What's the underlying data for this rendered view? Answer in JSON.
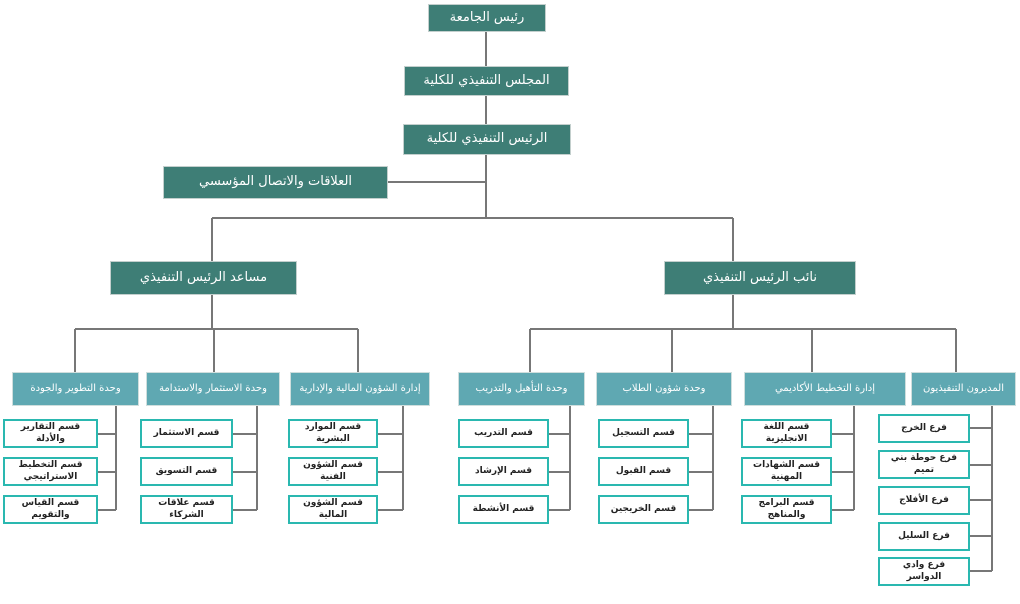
{
  "colors": {
    "dark_box": "#3E7E76",
    "unit_box": "#5FA8B2",
    "leaf_border": "#2AB8B0",
    "leaf_text": "#222222",
    "connector": "#777777",
    "background": "#FFFFFF"
  },
  "tree": {
    "root": {
      "label": "رئيس الجامعة"
    },
    "council": {
      "label": "المجلس التنفيذي للكلية"
    },
    "ceo": {
      "label": "الرئيس التنفيذي للكلية"
    },
    "staff": {
      "label": "العلاقات والاتصال المؤسسي"
    },
    "branches": [
      {
        "label": "مساعد الرئيس التنفيذي",
        "units": [
          {
            "label": "وحدة التطوير والجودة",
            "departments": [
              "قسم التقارير والأدلة",
              "قسم التخطيط الاستراتيجي",
              "قسم القياس والتقويم"
            ]
          },
          {
            "label": "وحدة الاستثمار والاستدامة",
            "departments": [
              "قسم الاستثمار",
              "قسم التسويق",
              "قسم علاقات الشركاء"
            ]
          },
          {
            "label": "إدارة الشؤون المالية والإدارية",
            "departments": [
              "قسم الموارد البشرية",
              "قسم الشؤون الفنية",
              "قسم الشؤون المالية"
            ]
          }
        ]
      },
      {
        "label": "نائب الرئيس التنفيذي",
        "units": [
          {
            "label": "وحدة التأهيل والتدريب",
            "departments": [
              "قسم التدريب",
              "قسم الإرشاد",
              "قسم الأنشطة"
            ]
          },
          {
            "label": "وحدة شؤون الطلاب",
            "departments": [
              "قسم التسجيل",
              "قسم القبول",
              "قسم الخريجين"
            ]
          },
          {
            "label": "إدارة التخطيط الأكاديمي",
            "departments": [
              "قسم اللغة الانجليزية",
              "قسم الشهادات المهنية",
              "قسم البرامج والمناهج"
            ]
          },
          {
            "label": "المديرون التنفيذيون",
            "departments": [
              "فرع الخرج",
              "فرع حوطة بني تميم",
              "فرع الأفلاج",
              "فرع السليل",
              "فرع وادي الدواسر"
            ]
          }
        ]
      }
    ]
  }
}
